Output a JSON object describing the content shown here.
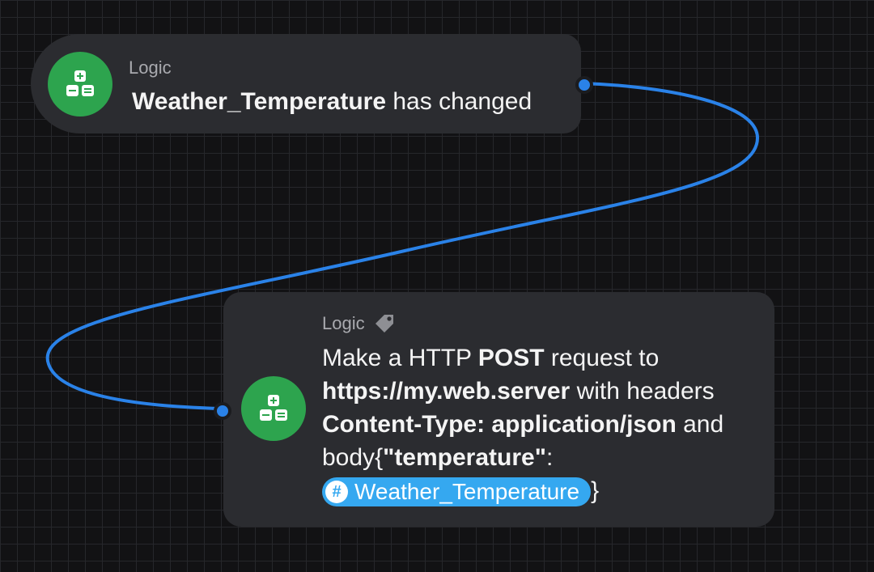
{
  "flow": {
    "trigger": {
      "type_label": "Logic",
      "variable": "Weather_Temperature",
      "text_after": "has changed"
    },
    "action": {
      "type_label": "Logic",
      "line1_prefix": "Make a HTTP",
      "method": "POST",
      "line1_suffix": "request to",
      "url": "https://my.web.server",
      "headers_text": "with headers",
      "header_value": "Content-Type: application/json",
      "and_text": "and",
      "body_text": "body",
      "body_open": "{",
      "body_key": "\"temperature\"",
      "colon": ":",
      "variable_chip": "Weather_Temperature",
      "chip_symbol": "#",
      "body_close": "}"
    }
  },
  "colors": {
    "icon_bg": "#2da44e",
    "wire": "#2a82e8",
    "chip_bg": "#35a8f0",
    "card_bg": "#2b2c30"
  },
  "icons": {
    "node_icon": "logic-plus-minus-equals-icon",
    "tag_icon": "tag-icon"
  }
}
